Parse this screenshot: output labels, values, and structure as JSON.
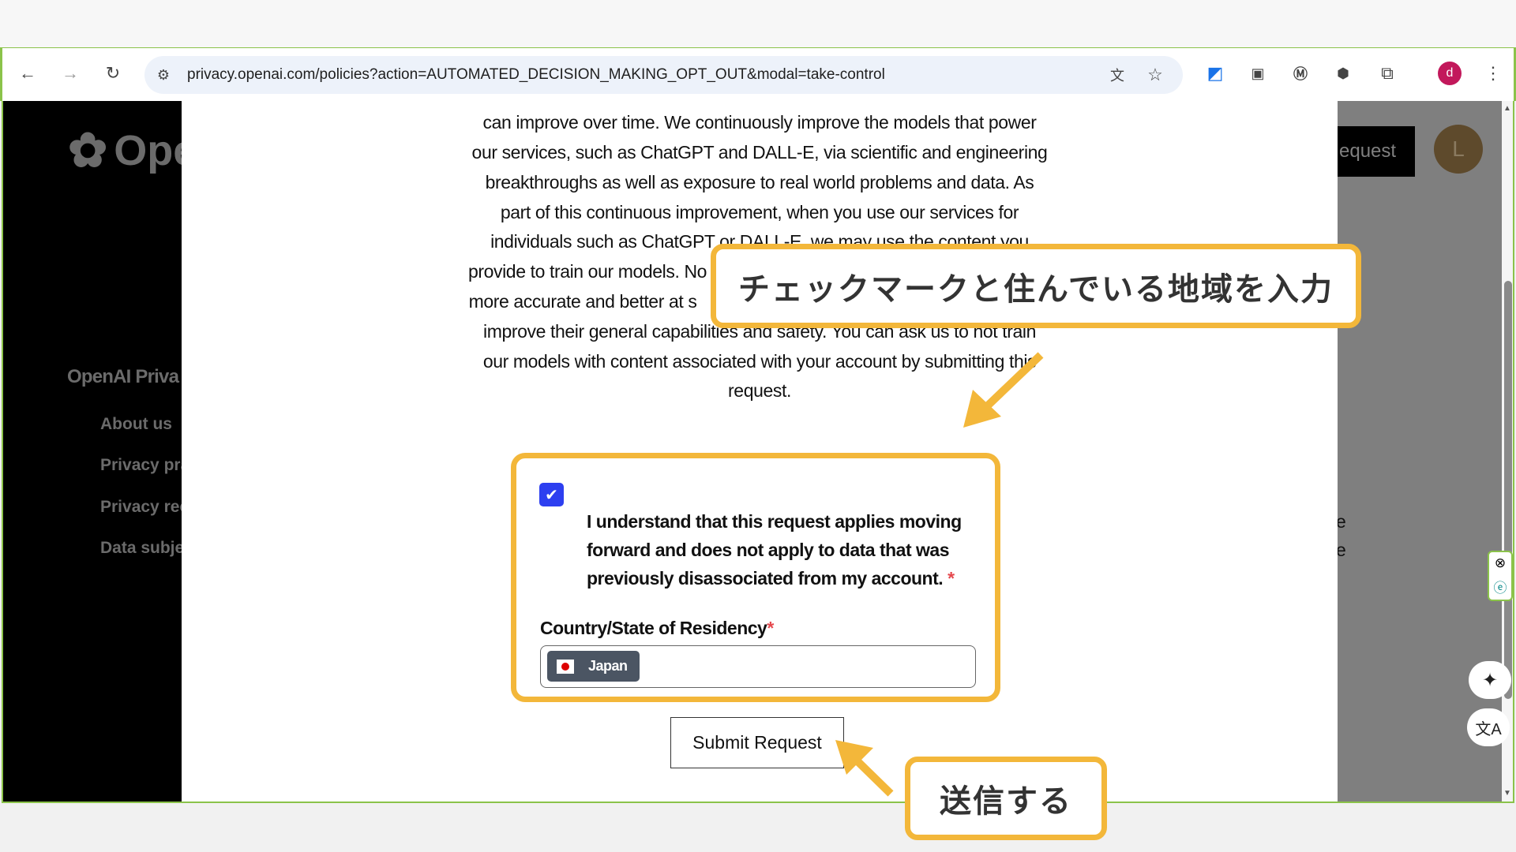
{
  "browser": {
    "url": "privacy.openai.com/policies?action=AUTOMATED_DECISION_MAKING_OPT_OUT&modal=take-control",
    "profile_initial": "d",
    "icons": [
      "back-icon",
      "forward-icon",
      "reload-icon",
      "site-settings-icon",
      "translate-icon",
      "bookmark-star-icon",
      "extension-icons",
      "extensions-puzzle-icon",
      "menu-kebab-icon"
    ]
  },
  "sidebar": {
    "logo_text": "Ope",
    "section_title": "OpenAI Priva",
    "items": [
      {
        "label": "About us"
      },
      {
        "label": "Privacy pra"
      },
      {
        "label": "Privacy rec"
      },
      {
        "label": "Data subje"
      }
    ]
  },
  "header": {
    "request_button": "equest",
    "avatar_initial": "L"
  },
  "background_fragments": [
    "e",
    "e"
  ],
  "modal": {
    "paragraph_lines": [
      "can improve over time. We continuously improve the models that power",
      "our services, such as ChatGPT and DALL-E, via scientific and engineering",
      "breakthroughs as well as exposure to real world problems and data. As",
      "part of this continuous improvement, when you use our services for",
      "individuals such as ChatGPT or DALL-E, we may use the content you",
      "provide to train our models. No",
      "more accurate and better at s",
      "improve their general capabilities and safety. You can ask us to not train",
      "our models with content associated with your account by submitting this",
      "request."
    ],
    "checkbox": {
      "checked": true,
      "label_lines": [
        "I understand that this request applies moving",
        "forward and does not apply to data that was",
        "previously disassociated from my account."
      ],
      "required_mark": "*"
    },
    "country_label": "Country/State of Residency",
    "country_required_mark": "*",
    "country_value": "Japan",
    "submit_label": "Submit Request"
  },
  "annotations": {
    "callout_1": "チェックマークと住んでいる地域を入力",
    "callout_2": "送信する",
    "accent_color": "#f3b73a"
  },
  "colors": {
    "checkbox": "#2d3ff0",
    "chip": "#4b5563",
    "sidebar": "#000000",
    "overlay": "#7f7f7f"
  }
}
